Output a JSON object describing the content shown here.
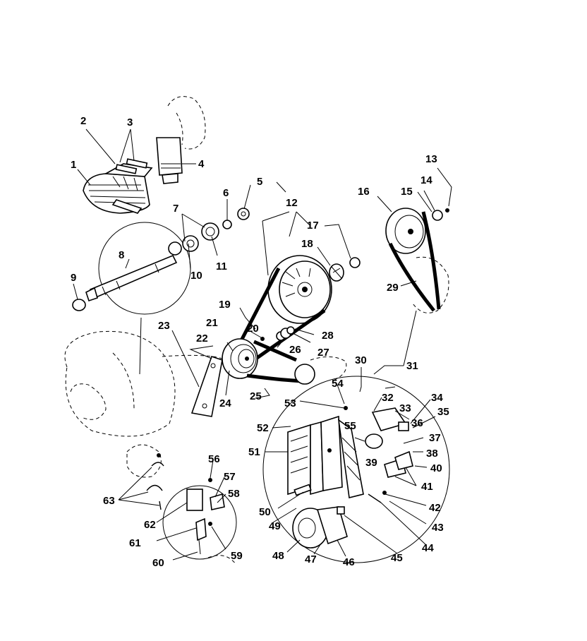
{
  "labels": [
    "1",
    "2",
    "3",
    "4",
    "5",
    "6",
    "7",
    "8",
    "9",
    "10",
    "11",
    "12",
    "13",
    "14",
    "15",
    "16",
    "17",
    "18",
    "19",
    "20",
    "21",
    "22",
    "23",
    "24",
    "25",
    "26",
    "27",
    "28",
    "29",
    "30",
    "31",
    "32",
    "33",
    "34",
    "35",
    "36",
    "37",
    "38",
    "39",
    "40",
    "41",
    "42",
    "43",
    "44",
    "45",
    "46",
    "47",
    "48",
    "49",
    "50",
    "51",
    "52",
    "53",
    "54",
    "55",
    "56",
    "57",
    "58",
    "59",
    "60",
    "61",
    "62",
    "63"
  ]
}
